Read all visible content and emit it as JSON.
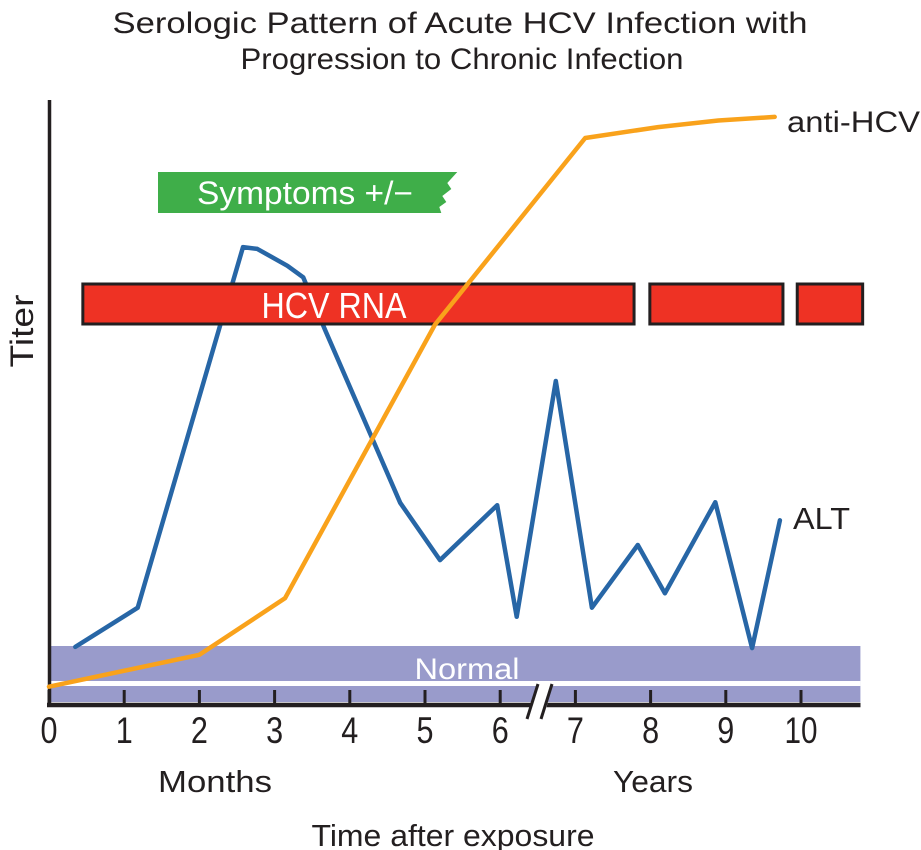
{
  "labels": {
    "title_line1": "Serologic Pattern of Acute HCV Infection with",
    "title_line2": "Progression to Chronic Infection",
    "y_axis": "Titer",
    "x_axis": "Time after exposure",
    "months": "Months",
    "years": "Years",
    "normal": "Normal",
    "hcv_rna": "HCV RNA",
    "symptoms": "Symptoms +/−",
    "anti_hcv": "anti-HCV",
    "alt": "ALT"
  },
  "colors": {
    "alt_blue": "#2766A6",
    "anti_hcv_orange": "#F9A21B",
    "hcv_rna_red": "#EE3224",
    "symptoms_green": "#3FAE49",
    "normal_band_purple": "#999BCB",
    "ink": "#231F20",
    "text_white": "#FFFFFF"
  },
  "chart_data": {
    "type": "line",
    "title": "Serologic Pattern of Acute HCV Infection with Progression to Chronic Infection",
    "xlabel": "Time after exposure",
    "ylabel": "Titer",
    "y_units_note": "relative titer, 0 = baseline axis, 100 = top of y-axis",
    "x_axis": {
      "tick_labels": [
        "0",
        "1",
        "2",
        "3",
        "4",
        "5",
        "6",
        "7",
        "8",
        "9",
        "10"
      ],
      "tick_units": "ticks 0-6 are months after exposure, ticks 7-10 are years",
      "break_after_tick": 6,
      "break_symbol": "//"
    },
    "legend": "none (series labeled inline: anti-HCV at curve end, ALT at line end)",
    "series": [
      {
        "name": "ALT",
        "color_key": "alt_blue",
        "x": [
          0.35,
          1.18,
          2.58,
          2.77,
          3.17,
          3.38,
          3.67,
          4.67,
          5.2,
          5.96,
          6.22,
          6.74,
          7.22,
          7.83,
          8.19,
          8.86,
          9.35,
          9.72
        ],
        "y": [
          9.3,
          15.8,
          75.6,
          75.3,
          72.5,
          70.6,
          61.9,
          33.2,
          23.7,
          32.8,
          14.3,
          53.4,
          15.8,
          26.2,
          18.2,
          33.3,
          9.1,
          30.3
        ]
      },
      {
        "name": "anti-HCV",
        "color_key": "anti_hcv_orange",
        "x": [
          0.0,
          2.0,
          3.14,
          5.13,
          7.13,
          8.1,
          8.9,
          9.65
        ],
        "y": [
          2.7,
          8.0,
          17.4,
          62.7,
          93.7,
          95.5,
          96.6,
          97.2
        ]
      }
    ],
    "annotations": {
      "hcv_rna_bars": {
        "label": "HCV RNA",
        "color_key": "hcv_rna_red",
        "segments": [
          [
            0.45,
            7.78
          ],
          [
            7.99,
            9.76
          ],
          [
            9.95,
            10.82
          ]
        ]
      },
      "symptoms_banner": {
        "label": "Symptoms +/−",
        "color_key": "symptoms_green",
        "span": [
          1.45,
          5.43
        ]
      },
      "normal_band": {
        "label": "Normal",
        "color_key": "normal_band_purple",
        "span": [
          0,
          10.79
        ],
        "top_titer": 9.5
      }
    }
  }
}
